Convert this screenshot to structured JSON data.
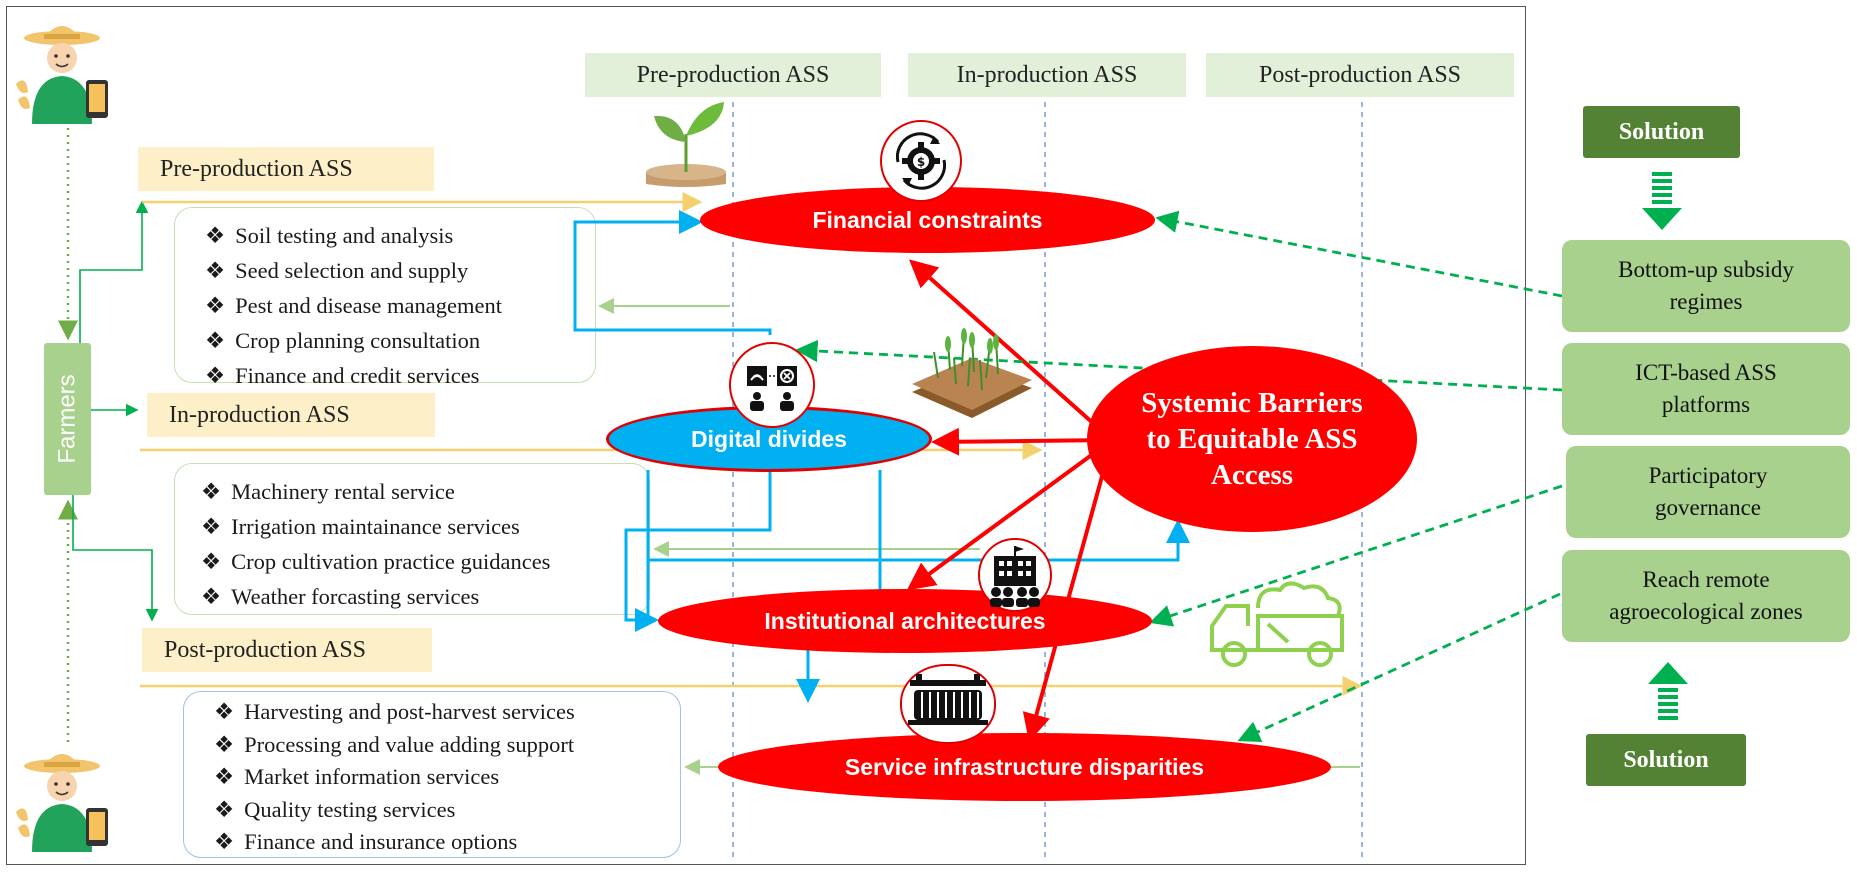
{
  "phase_headers": [
    "Pre-production ASS",
    "In-production ASS",
    "Post-production ASS"
  ],
  "stage_labels": {
    "pre": "Pre-production ASS",
    "in": "In-production ASS",
    "post": "Post-production ASS"
  },
  "farmers_label": "Farmers",
  "services": {
    "pre": [
      "Soil testing and analysis",
      "Seed selection and supply",
      "Pest and disease management",
      "Crop planning  consultation",
      "Finance and credit services"
    ],
    "in": [
      "Machinery rental service",
      "Irrigation maintainance services",
      "Crop cultivation practice guidances",
      "Weather forcasting services"
    ],
    "post": [
      "Harvesting and post-harvest services",
      "Processing and value adding support",
      "Market information services",
      "Quality testing services",
      "Finance and insurance options"
    ]
  },
  "bullet": "❖",
  "barriers": {
    "financial": "Financial constraints",
    "digital": "Digital divides",
    "institutional": "Institutional architectures",
    "infrastructure": "Service infrastructure disparities"
  },
  "central": {
    "line1": "Systemic Barriers",
    "line2": "to Equitable ASS",
    "line3": "Access"
  },
  "solutions": {
    "badge_top": "Solution",
    "badge_bottom": "Solution",
    "items": [
      {
        "line1": "Bottom-up subsidy",
        "line2": "regimes"
      },
      {
        "line1": "ICT-based ASS",
        "line2": "platforms"
      },
      {
        "line1": "Participatory",
        "line2": "governance"
      },
      {
        "line1": "Reach remote",
        "line2": "agroecological zones"
      }
    ]
  },
  "icons": [
    "farmer-icon",
    "smartphone-icon",
    "plant-sprout-icon",
    "money-gear-icon",
    "digital-divide-icon",
    "crop-field-icon",
    "institution-building-icon",
    "conveyor-icon",
    "farm-truck-icon"
  ],
  "colors": {
    "barrier_red": "#ff0000",
    "digital_blue": "#00b0f0",
    "solution_green": "#a9d18e",
    "solution_dark": "#548235",
    "stage_yellow": "#fdf0c8",
    "phase_green": "#e2efd9",
    "dashed_green": "#00b050",
    "connector_blue": "#00b0f0"
  }
}
